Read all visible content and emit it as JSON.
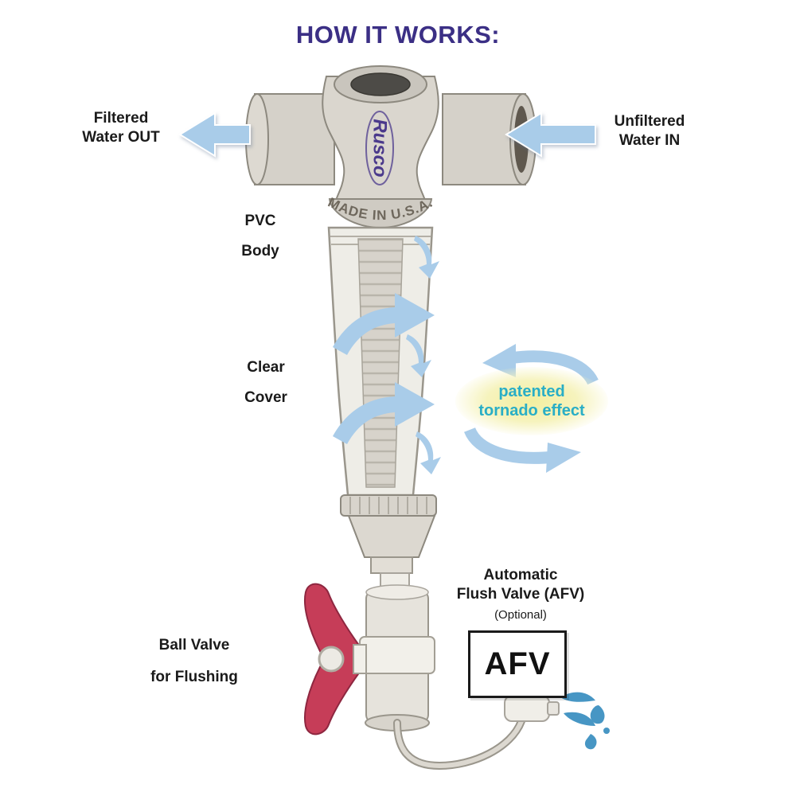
{
  "title": "HOW IT WORKS:",
  "device": {
    "made_in": "MADE IN U.S.A.",
    "brand": "Rusco"
  },
  "callouts": {
    "filtered_out": {
      "line1": "Filtered",
      "line2": "Water OUT"
    },
    "unfiltered_in": {
      "line1": "Unfiltered",
      "line2": "Water IN"
    },
    "pvc_body": {
      "line1": "PVC",
      "line2": "Body"
    },
    "clear_cover": {
      "line1": "Clear",
      "line2": "Cover"
    },
    "tornado": {
      "line1": "patented",
      "line2": "tornado effect"
    },
    "afv": {
      "line1": "Automatic",
      "line2": "Flush Valve (AFV)",
      "line3": "(Optional)",
      "box_label": "AFV"
    },
    "ball_valve": {
      "line1": "Ball Valve",
      "line2": "for Flushing"
    }
  },
  "colors": {
    "title": "#3b2f85",
    "label_text": "#1a1a1a",
    "tornado_text": "#29aec6",
    "arrow_fill": "#a9cce9",
    "valve_handle": "#c63d58",
    "valve_handle_dark": "#8e2740",
    "droplet": "#4796c4",
    "brand": "#4b3a8c",
    "made_in": "#6e675c"
  }
}
